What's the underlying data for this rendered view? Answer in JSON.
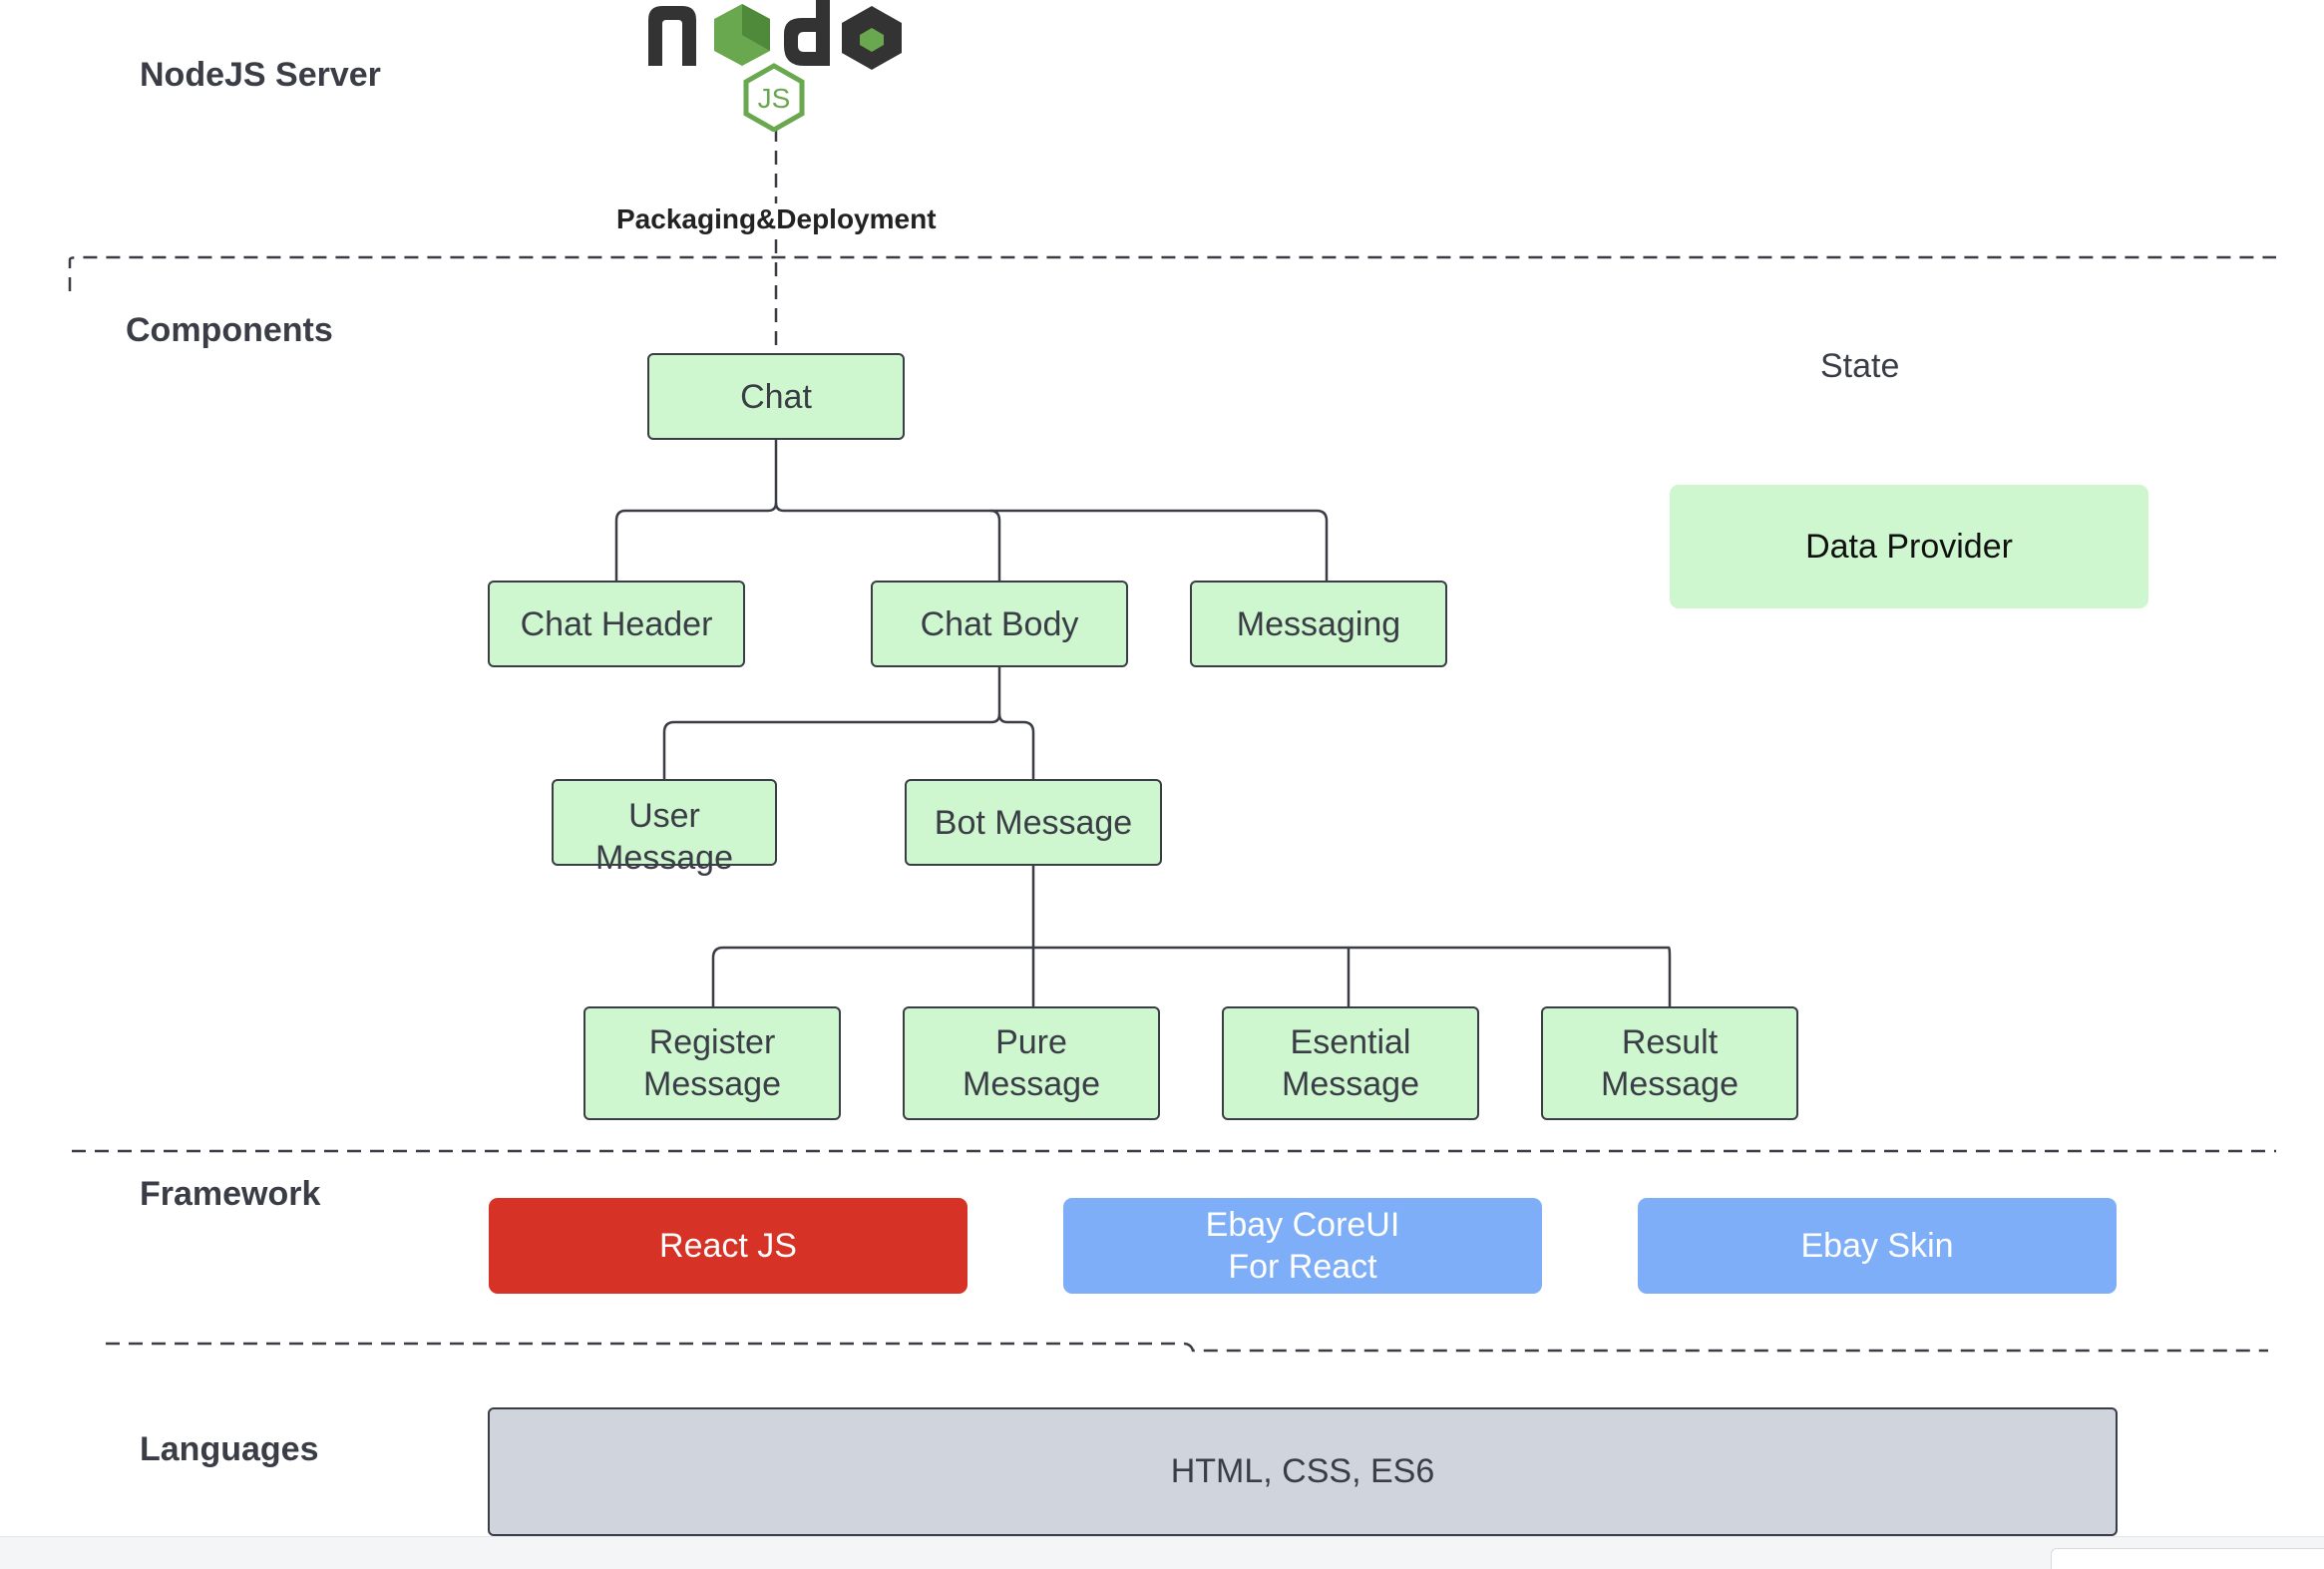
{
  "layers": {
    "server": "NodeJS Server",
    "components": "Components",
    "framework": "Framework",
    "languages": "Languages"
  },
  "logo": {
    "word": "node",
    "badge": "JS"
  },
  "deploy_label": "Packaging&Deployment",
  "state_label": "State",
  "data_provider": "Data Provider",
  "components": {
    "chat": "Chat",
    "chat_header": "Chat Header",
    "chat_body": "Chat Body",
    "messaging": "Messaging",
    "user_message": "User\nMessage",
    "bot_message": "Bot Message",
    "register_message": "Register\nMessage",
    "pure_message": "Pure\nMessage",
    "esential_message": "Esential\nMessage",
    "result_message": "Result\nMessage"
  },
  "framework": {
    "react": "React JS",
    "coreui": "Ebay CoreUI\nFor React",
    "skin": "Ebay Skin"
  },
  "languages_box": "HTML, CSS, ES6",
  "colors": {
    "component_fill": "#cef6cf",
    "react_fill": "#d63226",
    "ebay_fill": "#7eaef7",
    "languages_fill": "#d0d4dc",
    "node_green": "#6aa84f",
    "node_dark": "#333333"
  }
}
